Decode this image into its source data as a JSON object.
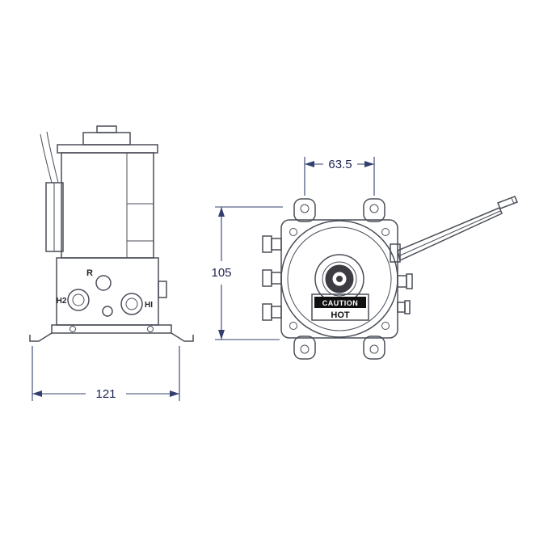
{
  "drawing": {
    "dimensions": {
      "side_width": "121",
      "front_height": "105",
      "front_width": "63.5"
    },
    "labels": {
      "port_r": "R",
      "port_h2": "H2",
      "port_h1": "HI"
    },
    "caution": {
      "line1": "CAUTION",
      "line2": "HOT"
    },
    "colors": {
      "line": "#4b4e58",
      "dimension": "#33406e",
      "dimension_text": "#1c2250",
      "label_text": "#23232b",
      "dark_fill": "#3c3c42",
      "black": "#101010",
      "white": "#ffffff"
    }
  }
}
